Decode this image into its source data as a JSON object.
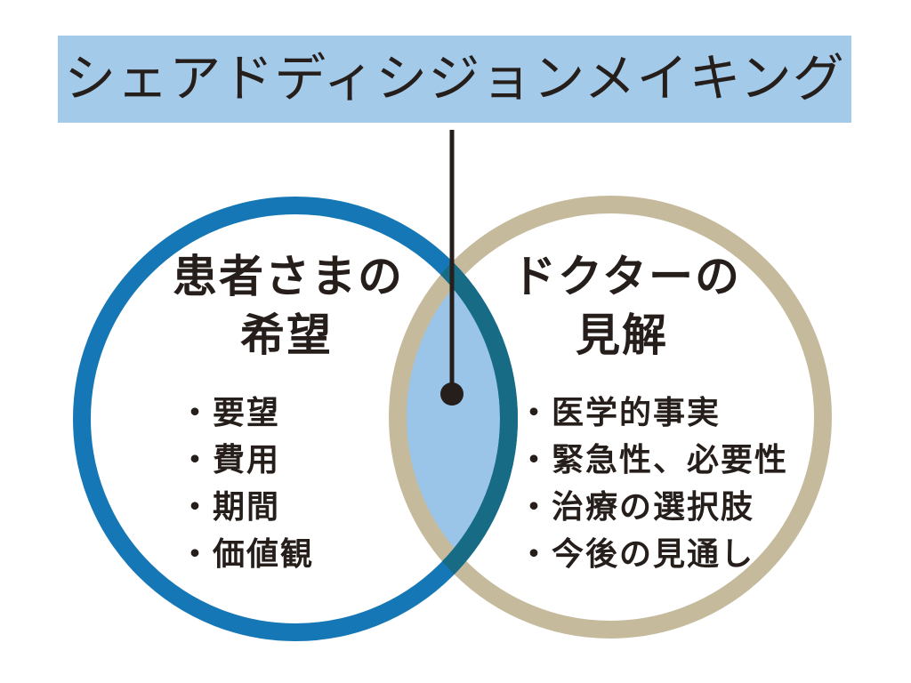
{
  "title": {
    "text": "シェアドディシジョンメイキング"
  },
  "colors": {
    "banner_bg": "#A3CAE9",
    "left_circle_stroke": "#1577B5",
    "right_circle_stroke": "#C6BA9D",
    "overlap_fill": "#9AC5E8",
    "overlap_arc": "#176B85",
    "connector": "#251E1B",
    "text": "#251E1B"
  },
  "left": {
    "heading_line1": "患者さまの",
    "heading_line2": "希望",
    "bullet": "・",
    "items": [
      "要望",
      "費用",
      "期間",
      "価値観"
    ]
  },
  "right": {
    "heading_line1": "ドクターの",
    "heading_line2": "見解",
    "bullet": "・",
    "items": [
      "医学的事実",
      "緊急性、必要性",
      "治療の選択肢",
      "今後の見通し"
    ]
  }
}
